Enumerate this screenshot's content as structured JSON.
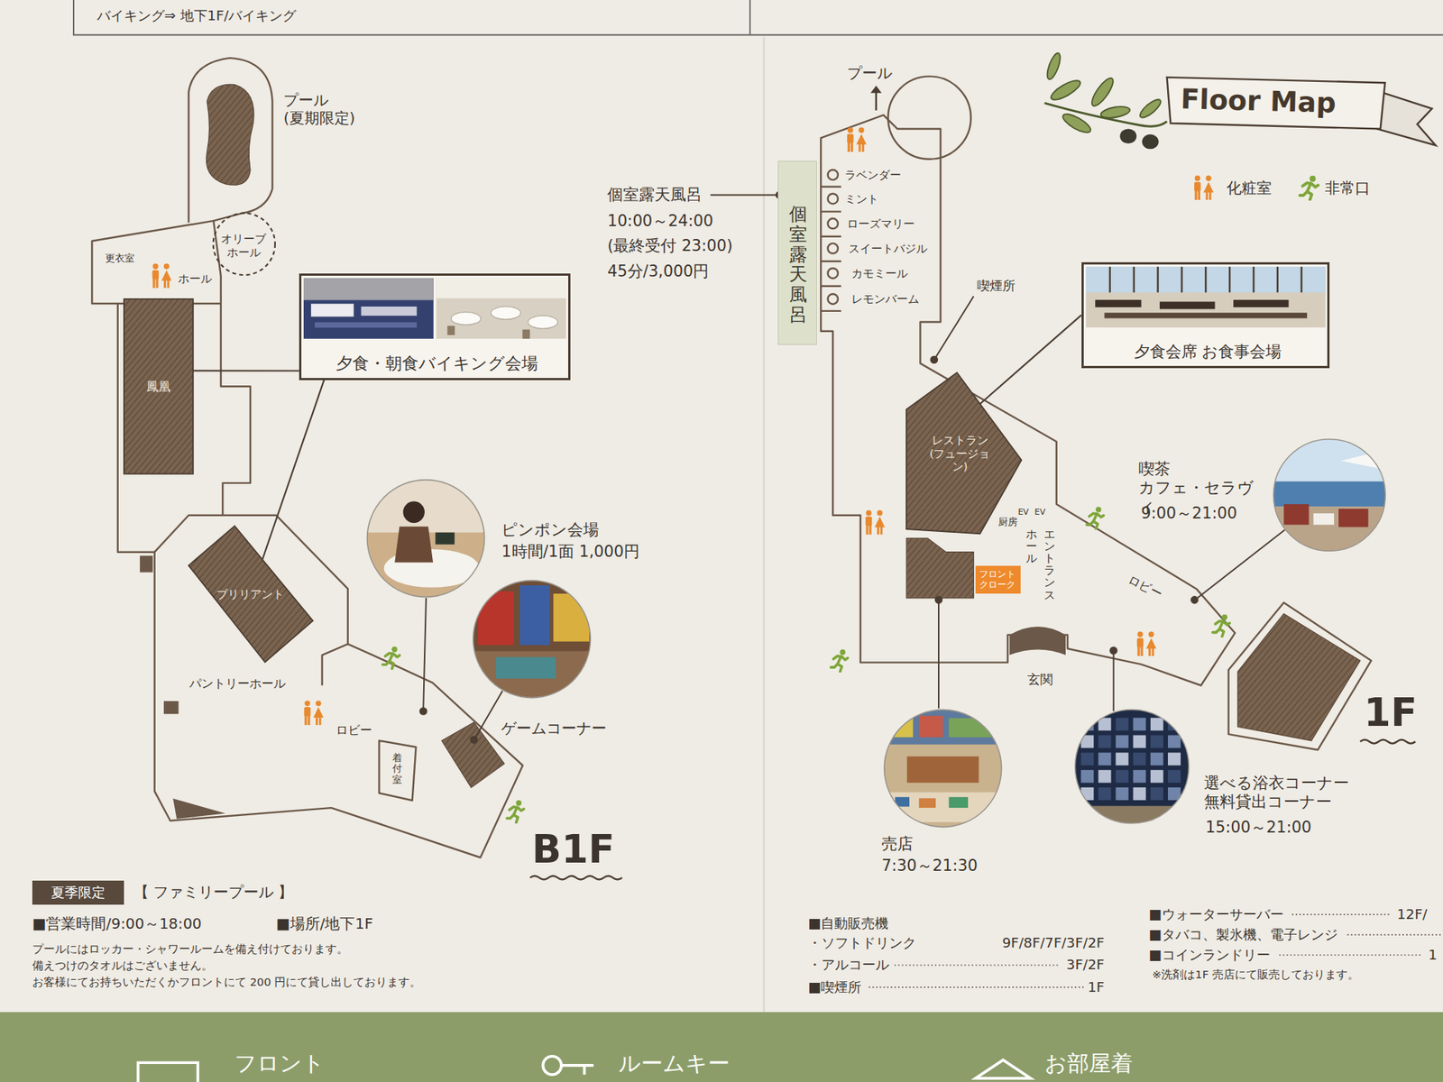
{
  "diagram": {
    "title": "Floor Map",
    "nodes": [
      {
        "text": [
          "夕食・朝食バイキング会場"
        ]
      },
      {
        "text": [
          "鳳凰"
        ]
      },
      {
        "text": [
          "ブリリアント"
        ]
      },
      {
        "text": [
          "ピンポン会場",
          "1時間/1面 1,000円"
        ]
      },
      {
        "text": [
          "ゲームコーナー"
        ]
      },
      {
        "text": [
          "オリーブ ホール"
        ]
      },
      {
        "text": [
          "個室露天風呂"
        ]
      },
      {
        "text": [
          "夕食会席 お食事会場"
        ]
      },
      {
        "text": [
          "レストラン (フュージョン)"
        ]
      },
      {
        "text": [
          "喫茶 カフェ・セラヴィ",
          "9:00～21:00"
        ]
      },
      {
        "text": [
          "フロント クローク"
        ]
      },
      {
        "text": [
          "売店",
          "7:30～21:30"
        ]
      },
      {
        "text": [
          "選べる浴衣コーナー 無料貸出コーナー",
          "15:00～21:00"
        ]
      },
      {
        "text": [
          "夏季限定"
        ]
      }
    ],
    "edges": [
      {
        "from": 0,
        "to": 1,
        "arrow": "none"
      },
      {
        "from": 0,
        "to": 2,
        "arrow": "none"
      },
      {
        "from": 7,
        "to": 8,
        "arrow": "none"
      }
    ],
    "labels": [
      "バイキング⇒ 地下1F/バイキング",
      "プール (夏期限定)",
      "更衣室",
      "ホール",
      "パントリーホール",
      "ロビー",
      "着付室",
      "B1F",
      "プール",
      "個室露天風呂",
      "10:00～24:00",
      "(最終受付 23:00)",
      "45分/3,000円",
      "ラベンダー",
      "ミント",
      "ローズマリー",
      "スイートバジル",
      "カモミール",
      "レモンバーム",
      "喫煙所",
      "EV",
      "EV",
      "厨房",
      "エントランス",
      "ホール",
      "ロビー",
      "玄関",
      "1F",
      "【 ファミリープール 】",
      "■営業時間/9:00～18:00",
      "■場所/地下1F",
      "プールにはロッカー・シャワールームを備え付けております。",
      "備えつけのタオルはございません。",
      "お客様にてお持ちいただくかフロントにて 200 円にて貸し出しております。",
      "■自動販売機",
      "・ソフトドリンク",
      "9F/8F/7F/3F/2F",
      "・アルコール",
      "3F/2F",
      "■喫煙所",
      "1F",
      "■ウォーターサーバー",
      "12F/",
      "■タバコ、製氷機、電子レンジ",
      "■コインランドリー",
      "1",
      "※洗剤は1F 売店にて販売しております。",
      "フロント",
      "ルームキー",
      "お部屋着"
    ],
    "legend": [
      {
        "text": "化粧室",
        "color": "#e8892e"
      },
      {
        "text": "非常口",
        "color": "#7ea63a"
      }
    ]
  }
}
